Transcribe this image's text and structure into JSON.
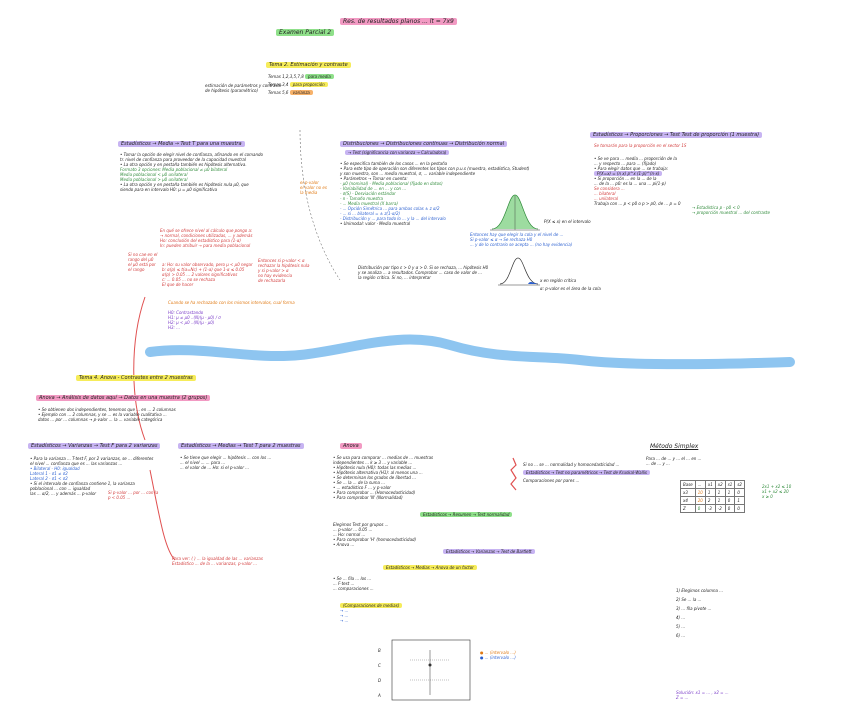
{
  "header": {
    "top_title": "Res. de resultados planos ... lt = 7x9",
    "sub_title": "Examen Parcial 2"
  },
  "colors": {
    "river": "#8ec5f0",
    "highlight_green": "#8fe08a",
    "highlight_yellow": "#f6ec5a",
    "highlight_purple": "#c7b4f2",
    "highlight_orange": "#f7b26a",
    "highlight_pink": "#f29ac3"
  },
  "tema2": {
    "title": "Tema 2. Estimación y contraste",
    "left_note": [
      "estimación de parámetros y contraste",
      "de hipótesis (paramétrico)"
    ],
    "rows": [
      {
        "label": "Temas 1,2,3,5,7,8",
        "tag": "para media"
      },
      {
        "label": "Temas 3,4",
        "tag": "para proporción"
      },
      {
        "label": "Temas 5,6",
        "tag": "varianza"
      }
    ]
  },
  "est_media": {
    "title": "Estadísticos → Media → Test T para una muestra",
    "lines": [
      "• Tomar la opción de elegir nivel de confianza, afinando en el comando",
      "  tr. nivel de confianza para proveedor de la capacidad muestral",
      "• La otra opción y en pestaña también es hipótesis alternativa.",
      "  Formato 3 opciones: Media poblacional ≠ μ0 bilateral",
      "                     Media poblacional < μ0 unilateral",
      "                     Media poblacional > μ0 unilateral",
      "• La otra opción y en pestaña también es hipótesis nula μ0, que",
      "  siendo para en intervalo H0: μ = μ0 significativa"
    ],
    "side_note": [
      "el p-valor",
      "el valor no es",
      "la media"
    ]
  },
  "est_media_red": {
    "lines": [
      "En qué se ofrece nivel al cálculo que pongo a:",
      "→ normal, condiciones utilizadas, ... y además",
      "Ho: conclusión del estadístico para (1-α)",
      "In: pueden atribuir  →  para media poblacional"
    ],
    "left_margin": [
      "Si no cae en el",
      "rango del μ0",
      "el μ0 está por",
      "el rango"
    ],
    "calc": [
      "a: Ho: su valor observado, pero μ < μ0 negar",
      "b: α(p) ≤ t(α=Nc) + (1-α) que 1-α ≤ 0.05",
      "   α(p) > 0.05 ... 2 valores significativos",
      "c: ... 0.05 ... no se rechaza",
      "   El que de hacer"
    ],
    "right_note": [
      "Entonces si p-valor < α",
      "rechazar la hipótesis nula",
      "y si p-valor > α",
      "no hay evidencia",
      "de rechazarla"
    ]
  },
  "est_media_orange": {
    "title": "Cuando se ha rechazado con los mismos intervalos, cual forma",
    "lines": [
      "H0: Contrastando",
      "H1: μ ≠ μ0 ..(N)(μ - μ0) / σ",
      "H2: μ < μ0 ..(N)(μ - μ0)",
      "H3: ... "
    ]
  },
  "dist_normal": {
    "title": "Distribuciones → Distribuciones continuas → Distribución normal",
    "subtitle": "→ Test (significancia con varianza → Calculadora)",
    "lines": [
      "• Se especifica también de los casos ... en la pestaña",
      "• Para este tipo de operación son diferentes los tipos con p.u.s (muestra, estadística, Student)",
      "  y son muestra, son ... media muestral, σ, ... variable independiente",
      "• Parámetros → Tomar en cuenta:",
      "  - μ0 (nominal) - Media poblacional (fijado en datos)",
      "  - Variabilidad de ... en ... y con ... ",
      "  - σ(S) - Desviación estándar",
      "  - n - Tamaño muestra",
      "  - ... Media muestral (X barra)",
      "  - ... Opción Simétrica ... para ambas colas ± z α/2",
      "  - ... si ... bilateral = ± z(1-α/2)",
      "  - Distribución y ... para todo lo ... y la ... del intervalo",
      "• Unimodal: valor · Media muestral"
    ],
    "blue_note": [
      "Entonces hay que elegir la cola y el nivel de ...",
      "Si p-valor ≤ α → Se rechaza H0",
      "... y de lo contrario se acepta ... (no hay evidencia)"
    ],
    "bottom": [
      "Distribución por tipo ε > 0 y α > 0. Si se rechaza, ... hipótesis H0",
      "y se analiza ... a resultados. Comprobar ... caso de valor de ...",
      "la región crítica. Si no, ... interpretar"
    ],
    "curve_label1": "P(X ≤ x) en el intervalo",
    "curve_label2": "x en región crítica",
    "curve_label3": "α: p-valor es el área de la cola"
  },
  "proporciones": {
    "title": "Estadísticos → Proporciones → Test Test de proporción (1 muestra)",
    "subtitle": "Se tomarán para la proporción en el sector 1S",
    "lines": [
      "• Se ve para ... media ... proporción de la",
      "  ... y respecto ... para ... (fijado)",
      "• Para elegir datos que ... se trabaja:",
      "  P(X=x) = (n x) p^x (1-p)^(n-x)",
      "• Si proporción ... en la ... de la",
      "  ... de la ... p0: es la ... una ... pi(1-p)",
      "  Se considera ... ",
      "  ... bilateral",
      "  ... unilateral",
      "  Trabaja con ... p < p0 o p > p0, de ... p = 0"
    ],
    "green_note": [
      "→ Estadística p - p0 < 0",
      "→ proporción muestral ... del contraste"
    ]
  },
  "tema4": {
    "title": "Tema 4. Anova - Contrastes entre 2 muestras",
    "pink_title": "Anova → Análisis de datos aquí → Datos en una muestra (2 grupos)",
    "lines": [
      "• Se obtienen dos independientes, tenemos que ... en ... 2 columnas",
      "• Ejemplo con ... 2 columnas, y se ... es la variable cualitativa ...",
      "  datos ... por ... columnas → p-valor ... la ... variable categórica"
    ]
  },
  "t_independientes": {
    "title": "Estadísticos → Varianzas → Test F para 2 varianzas",
    "lines": [
      "• Para la varianza ... T-test F, por 2 varianzas, se ... diferentes",
      "  el nivel ... confianza que es ... las varianzas ... ",
      "  • Bilateral - H0: igualdad",
      "    Lateral 1 - σ1 ≠ σ2",
      "    Lateral 2 - σ1 < σ2",
      "• Si el intervalo de confianza contiene 1, la varianza",
      "  poblacional ... con ... igualdad",
      "  las ... α/2, ... y además ... p-valor"
    ],
    "red_note": [
      "Si p-valor ... por ... con la",
      "p < 0.05 ..."
    ]
  },
  "t_dos": {
    "title": "Estadísticos → Medias → Test T para 2 muestras",
    "lines": [
      "• Se tiene que elegir ... hipótesis ... con los ... ",
      "  ... el nivel ... ... para ... ",
      "  ... el valor de ... Ho: si el p-valor ..."
    ],
    "red_bottom": [
      "Para ver: ( ) ... la igualdad de las ... varianzas",
      "Estadístico ... de la ... varianzas, p-valor ..."
    ]
  },
  "anova": {
    "title": "Anova",
    "lines": [
      "• Se usa para comparar ... medias de ... muestras",
      "  independientes ... k ≥ 3 ... y variable ... ",
      "• Hipótesis nula (H0): todas las medias ... ",
      "• Hipótesis alternativa (H1): al menos una ... ",
      "• Se determinan los grados de libertad ... ",
      "• Se ... la ... de la suma ... ",
      "• ... estadístico F ... y p-valor",
      "• Para comprobar ... (Homocedasticidad)",
      "• Para comprobar 'N' (Normalidad)"
    ],
    "green_tag": "Estadísticos → Resumen → Test normalidad",
    "lines2": [
      "Elegimos Test por grupos ... ",
      "... p-valor ... 0.05 ... ",
      "... Ho: normal ... ",
      "• Para comprobar 'H' (homocedasticidad)",
      "• Anova ... "
    ],
    "yellow_tag": "Estadísticos → Medias → Anova de un factor",
    "lines3": [
      "• Se ... fila ... los ... ",
      "... F-test ... ",
      "... comparaciones ... "
    ],
    "purple_tag": "Estadísticos → Varianzas → Test de Bartlett",
    "right_notes": [
      "Si no ... se ... normalidad y homocedasticidad ...",
      "Estadísticos → Test no paramétricos → Test de Kruskal-Wallis",
      "Comparaciones por pares ..."
    ],
    "bottom_note": [
      "(Comparaciones de medias)",
      "→ ... ",
      "→ ... ",
      "→ ... "
    ],
    "plot_labels": [
      "B",
      "C",
      "D",
      "A"
    ],
    "plot_legend": [
      "● ... (intervalo ...)",
      "● ... (intervalo ...)"
    ]
  },
  "metodo_simplex": {
    "title": "Método Simplex",
    "lines": [
      "Para ... de ... y ... el ... en ... ",
      "... de ... y ... "
    ],
    "table_header": [
      "Base",
      "...",
      "x1",
      "x2",
      "s1",
      "s2"
    ],
    "table_rows": [
      [
        "x3",
        "10",
        "1",
        "1",
        "1",
        "0"
      ],
      [
        "x4",
        "20",
        "2",
        "1",
        "0",
        "1"
      ],
      [
        "Z",
        "0",
        "-3",
        "-2",
        "0",
        "0"
      ]
    ],
    "right_eqs": [
      "2x1 + x2 ≤ 10",
      "x1 + x2 ≤ 20",
      "x ≥ 0"
    ],
    "steps": [
      "1) Elegimos columna ... ",
      "2) Se ... la ... ",
      "3) ... fila pivote ... ",
      "4) ... ",
      "5) ... ",
      "6) ... "
    ],
    "final": [
      "Solución: x1 = ... , x2 = ...",
      "Z = ..."
    ]
  }
}
